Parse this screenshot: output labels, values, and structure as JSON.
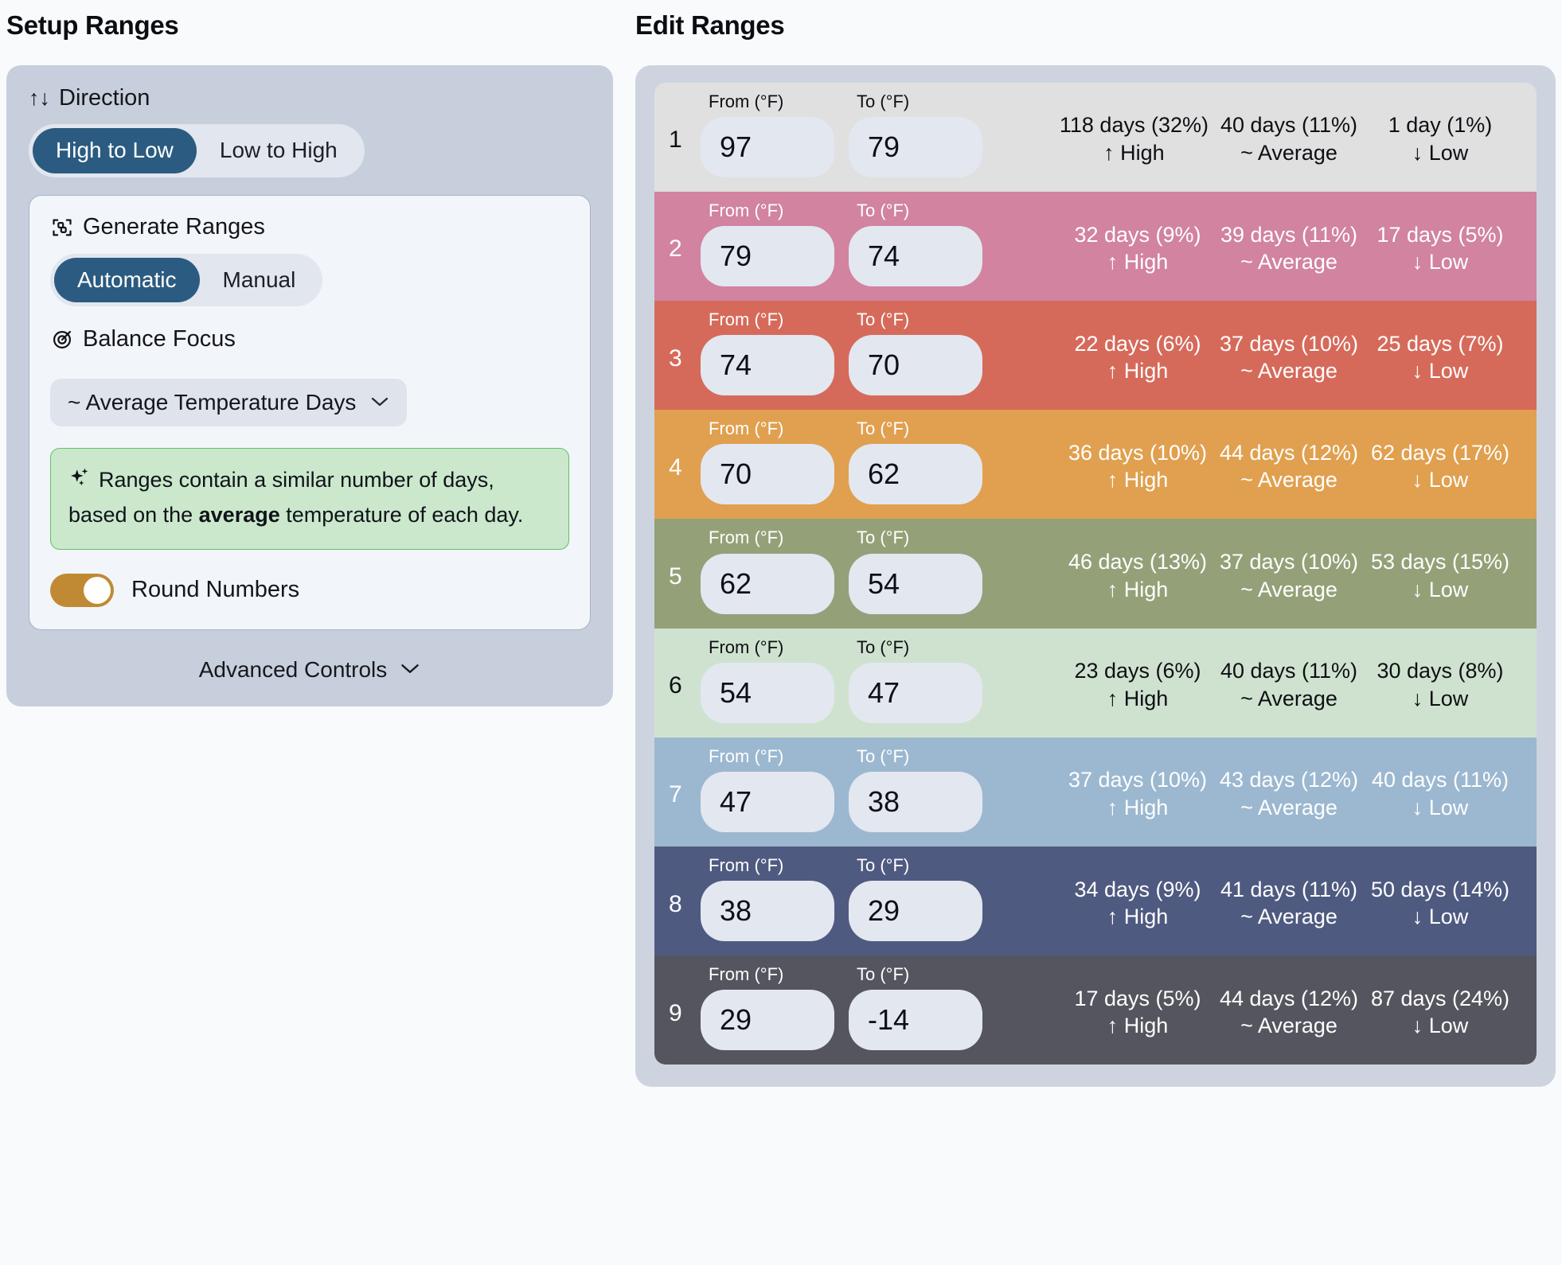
{
  "setup": {
    "title": "Setup Ranges",
    "direction": {
      "label": "Direction",
      "icon": "up-down-arrows-icon",
      "glyph": "↑↓",
      "options": [
        "High to Low",
        "Low to High"
      ],
      "selected": "High to Low"
    },
    "generate": {
      "label": "Generate Ranges",
      "icon": "scan-object-icon",
      "options": [
        "Automatic",
        "Manual"
      ],
      "selected": "Automatic"
    },
    "balance_focus": {
      "label": "Balance Focus",
      "icon": "target-icon",
      "selected": "~ Average Temperature Days",
      "chevron": "⌄"
    },
    "tip": {
      "icon": "sparkles-icon",
      "text_before": "Ranges contain a similar number of days, based on the ",
      "emphasis": "average",
      "text_after": " temperature of each day."
    },
    "round_numbers": {
      "label": "Round Numbers",
      "on": true
    },
    "advanced": {
      "label": "Advanced Controls",
      "chevron": "⌄"
    }
  },
  "edit": {
    "title": "Edit Ranges",
    "from_caption": "From (°F)",
    "to_caption": "To (°F)",
    "stat_kinds": [
      "↑ High",
      "~ Average",
      "↓ Low"
    ],
    "rows": [
      {
        "index": "1",
        "from": "97",
        "to": "79",
        "bg": "#e0e0e0",
        "text": "dark",
        "stats": [
          {
            "count": "118 days (32%)",
            "kind": "↑ High"
          },
          {
            "count": "40 days (11%)",
            "kind": "~ Average"
          },
          {
            "count": "1 day (1%)",
            "kind": "↓ Low"
          }
        ]
      },
      {
        "index": "2",
        "from": "79",
        "to": "74",
        "bg": "#d183a0",
        "text": "light",
        "stats": [
          {
            "count": "32 days (9%)",
            "kind": "↑ High"
          },
          {
            "count": "39 days (11%)",
            "kind": "~ Average"
          },
          {
            "count": "17 days (5%)",
            "kind": "↓ Low"
          }
        ]
      },
      {
        "index": "3",
        "from": "74",
        "to": "70",
        "bg": "#d66a5a",
        "text": "light",
        "stats": [
          {
            "count": "22 days (6%)",
            "kind": "↑ High"
          },
          {
            "count": "37 days (10%)",
            "kind": "~ Average"
          },
          {
            "count": "25 days (7%)",
            "kind": "↓ Low"
          }
        ]
      },
      {
        "index": "4",
        "from": "70",
        "to": "62",
        "bg": "#e0a04f",
        "text": "light",
        "stats": [
          {
            "count": "36 days (10%)",
            "kind": "↑ High"
          },
          {
            "count": "44 days (12%)",
            "kind": "~ Average"
          },
          {
            "count": "62 days (17%)",
            "kind": "↓ Low"
          }
        ]
      },
      {
        "index": "5",
        "from": "62",
        "to": "54",
        "bg": "#94a178",
        "text": "light",
        "stats": [
          {
            "count": "46 days (13%)",
            "kind": "↑ High"
          },
          {
            "count": "37 days (10%)",
            "kind": "~ Average"
          },
          {
            "count": "53 days (15%)",
            "kind": "↓ Low"
          }
        ]
      },
      {
        "index": "6",
        "from": "54",
        "to": "47",
        "bg": "#cfe2cf",
        "text": "dark",
        "stats": [
          {
            "count": "23 days (6%)",
            "kind": "↑ High"
          },
          {
            "count": "40 days (11%)",
            "kind": "~ Average"
          },
          {
            "count": "30 days (8%)",
            "kind": "↓ Low"
          }
        ]
      },
      {
        "index": "7",
        "from": "47",
        "to": "38",
        "bg": "#9cb8d0",
        "text": "light",
        "stats": [
          {
            "count": "37 days (10%)",
            "kind": "↑ High"
          },
          {
            "count": "43 days (12%)",
            "kind": "~ Average"
          },
          {
            "count": "40 days (11%)",
            "kind": "↓ Low"
          }
        ]
      },
      {
        "index": "8",
        "from": "38",
        "to": "29",
        "bg": "#4f5a80",
        "text": "light",
        "stats": [
          {
            "count": "34 days (9%)",
            "kind": "↑ High"
          },
          {
            "count": "41 days (11%)",
            "kind": "~ Average"
          },
          {
            "count": "50 days (14%)",
            "kind": "↓ Low"
          }
        ]
      },
      {
        "index": "9",
        "from": "29",
        "to": "-14",
        "bg": "#55555f",
        "text": "light",
        "stats": [
          {
            "count": "17 days (5%)",
            "kind": "↑ High"
          },
          {
            "count": "44 days (12%)",
            "kind": "~ Average"
          },
          {
            "count": "87 days (24%)",
            "kind": "↓ Low"
          }
        ]
      }
    ]
  },
  "colors": {
    "accent": "#2b5b80",
    "toggle_on": "#bf8a33",
    "tip_bg": "#cbe8cc",
    "tip_border": "#5dc460",
    "panel_bg": "#c8cfdc",
    "edit_panel_bg": "#cdd4e0"
  }
}
